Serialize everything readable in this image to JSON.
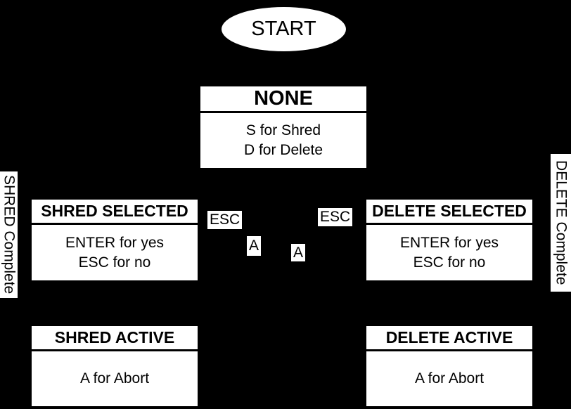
{
  "diagram": {
    "type": "state-machine",
    "colors": {
      "background": "#000000",
      "node_fill": "#ffffff",
      "node_text": "#000000"
    },
    "nodes": {
      "start": {
        "label": "START"
      },
      "none": {
        "title": "NONE",
        "lines": [
          "S for Shred",
          "D for Delete"
        ]
      },
      "shred_selected": {
        "title": "SHRED SELECTED",
        "lines": [
          "ENTER for yes",
          "ESC for no"
        ]
      },
      "delete_selected": {
        "title": "DELETE SELECTED",
        "lines": [
          "ENTER for yes",
          "ESC for no"
        ]
      },
      "shred_active": {
        "title": "SHRED ACTIVE",
        "lines": [
          "A for Abort"
        ]
      },
      "delete_active": {
        "title": "DELETE ACTIVE",
        "lines": [
          "A for Abort"
        ]
      }
    },
    "edge_labels": {
      "esc_left": "ESC",
      "esc_right": "ESC",
      "abort_left": "A",
      "abort_right": "A",
      "shred_complete": "SHRED Complete",
      "delete_complete": "DELETE Complete"
    }
  }
}
